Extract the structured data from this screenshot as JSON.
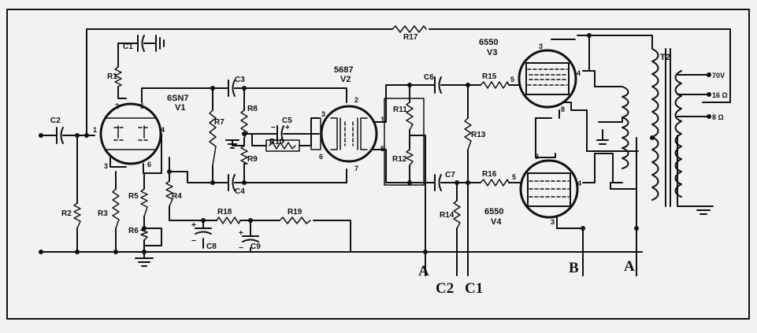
{
  "tubes": {
    "v1": {
      "type": "6SN7",
      "ref": "V1"
    },
    "v2": {
      "type": "5687",
      "ref": "V2"
    },
    "v3": {
      "type": "6550",
      "ref": "V3"
    },
    "v4": {
      "type": "6550",
      "ref": "V4"
    }
  },
  "transformer": "T2",
  "taps": {
    "t70": "70V",
    "t16": "16 Ω",
    "t8": "8 Ω"
  },
  "resistors": {
    "r1": "R1",
    "r2": "R2",
    "r3": "R3",
    "r4": "R4",
    "r5": "R5",
    "r6": "R6",
    "r7": "R7",
    "r8": "R8",
    "r9": "R9",
    "r10": "R10",
    "r11": "R11",
    "r12": "R12",
    "r13": "R13",
    "r14": "R14",
    "r15": "R15",
    "r16": "R16",
    "r17": "R17",
    "r18": "R18",
    "r19": "R19"
  },
  "capacitors": {
    "c1": "C1",
    "c2": "C2",
    "c3": "C3",
    "c4": "C4",
    "c5": "C5",
    "c6": "C6",
    "c7": "C7",
    "c8": "C8",
    "c9": "C9"
  },
  "pins": {
    "v1_1": "1",
    "v1_2": "2",
    "v1_3": "3",
    "v1_4": "4",
    "v1_5": "5",
    "v1_6": "6",
    "v2_1": "1",
    "v2_2": "2",
    "v2_3": "3",
    "v2_5": "5",
    "v2_6": "6",
    "v2_7": "7",
    "v3_3": "3",
    "v3_4": "4",
    "v3_5": "5",
    "v3_8": "8",
    "v4_3": "3",
    "v4_4": "4",
    "v4_5": "5",
    "v4_8": "8"
  },
  "polarity": {
    "plus": "+",
    "minus": "−"
  },
  "terminals": {
    "a_left": "A",
    "c2": "C2",
    "c1": "C1",
    "b": "B",
    "a_right": "A"
  }
}
